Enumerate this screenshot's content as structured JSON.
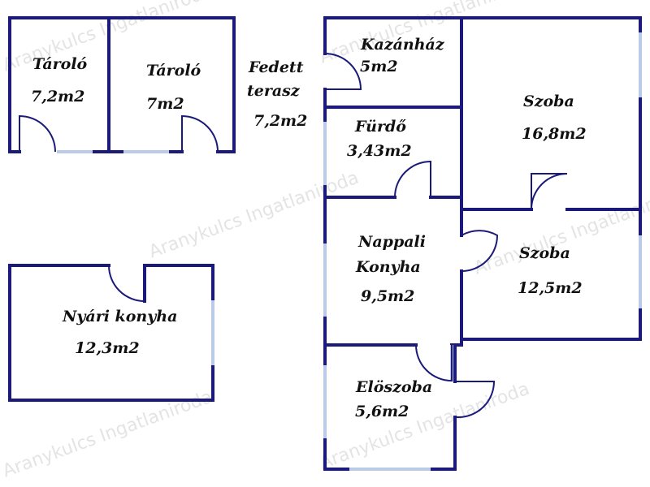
{
  "rooms": [
    {
      "name": "Tároló",
      "area": "7,2m2"
    },
    {
      "name": "Tároló",
      "area": "7m2"
    },
    {
      "name": "Fedett",
      "name2": "terasz",
      "area": "7,2m2"
    },
    {
      "name": "Kazánház",
      "area": "5m2"
    },
    {
      "name": "Fürdő",
      "area": "3,43m2"
    },
    {
      "name": "Szoba",
      "area": "16,8m2"
    },
    {
      "name": "Nappali",
      "name2": "Konyha",
      "area": "9,5m2"
    },
    {
      "name": "Szoba",
      "area": "12,5m2"
    },
    {
      "name": "Nyári konyha",
      "area": "12,3m2"
    },
    {
      "name": "Elöszoba",
      "area": "5,6m2"
    }
  ],
  "watermark": "Aranykulcs Ingatlaniroda",
  "colors": {
    "wall": "#1b1a7a",
    "window": "#b9cbe6",
    "text": "#111111"
  }
}
